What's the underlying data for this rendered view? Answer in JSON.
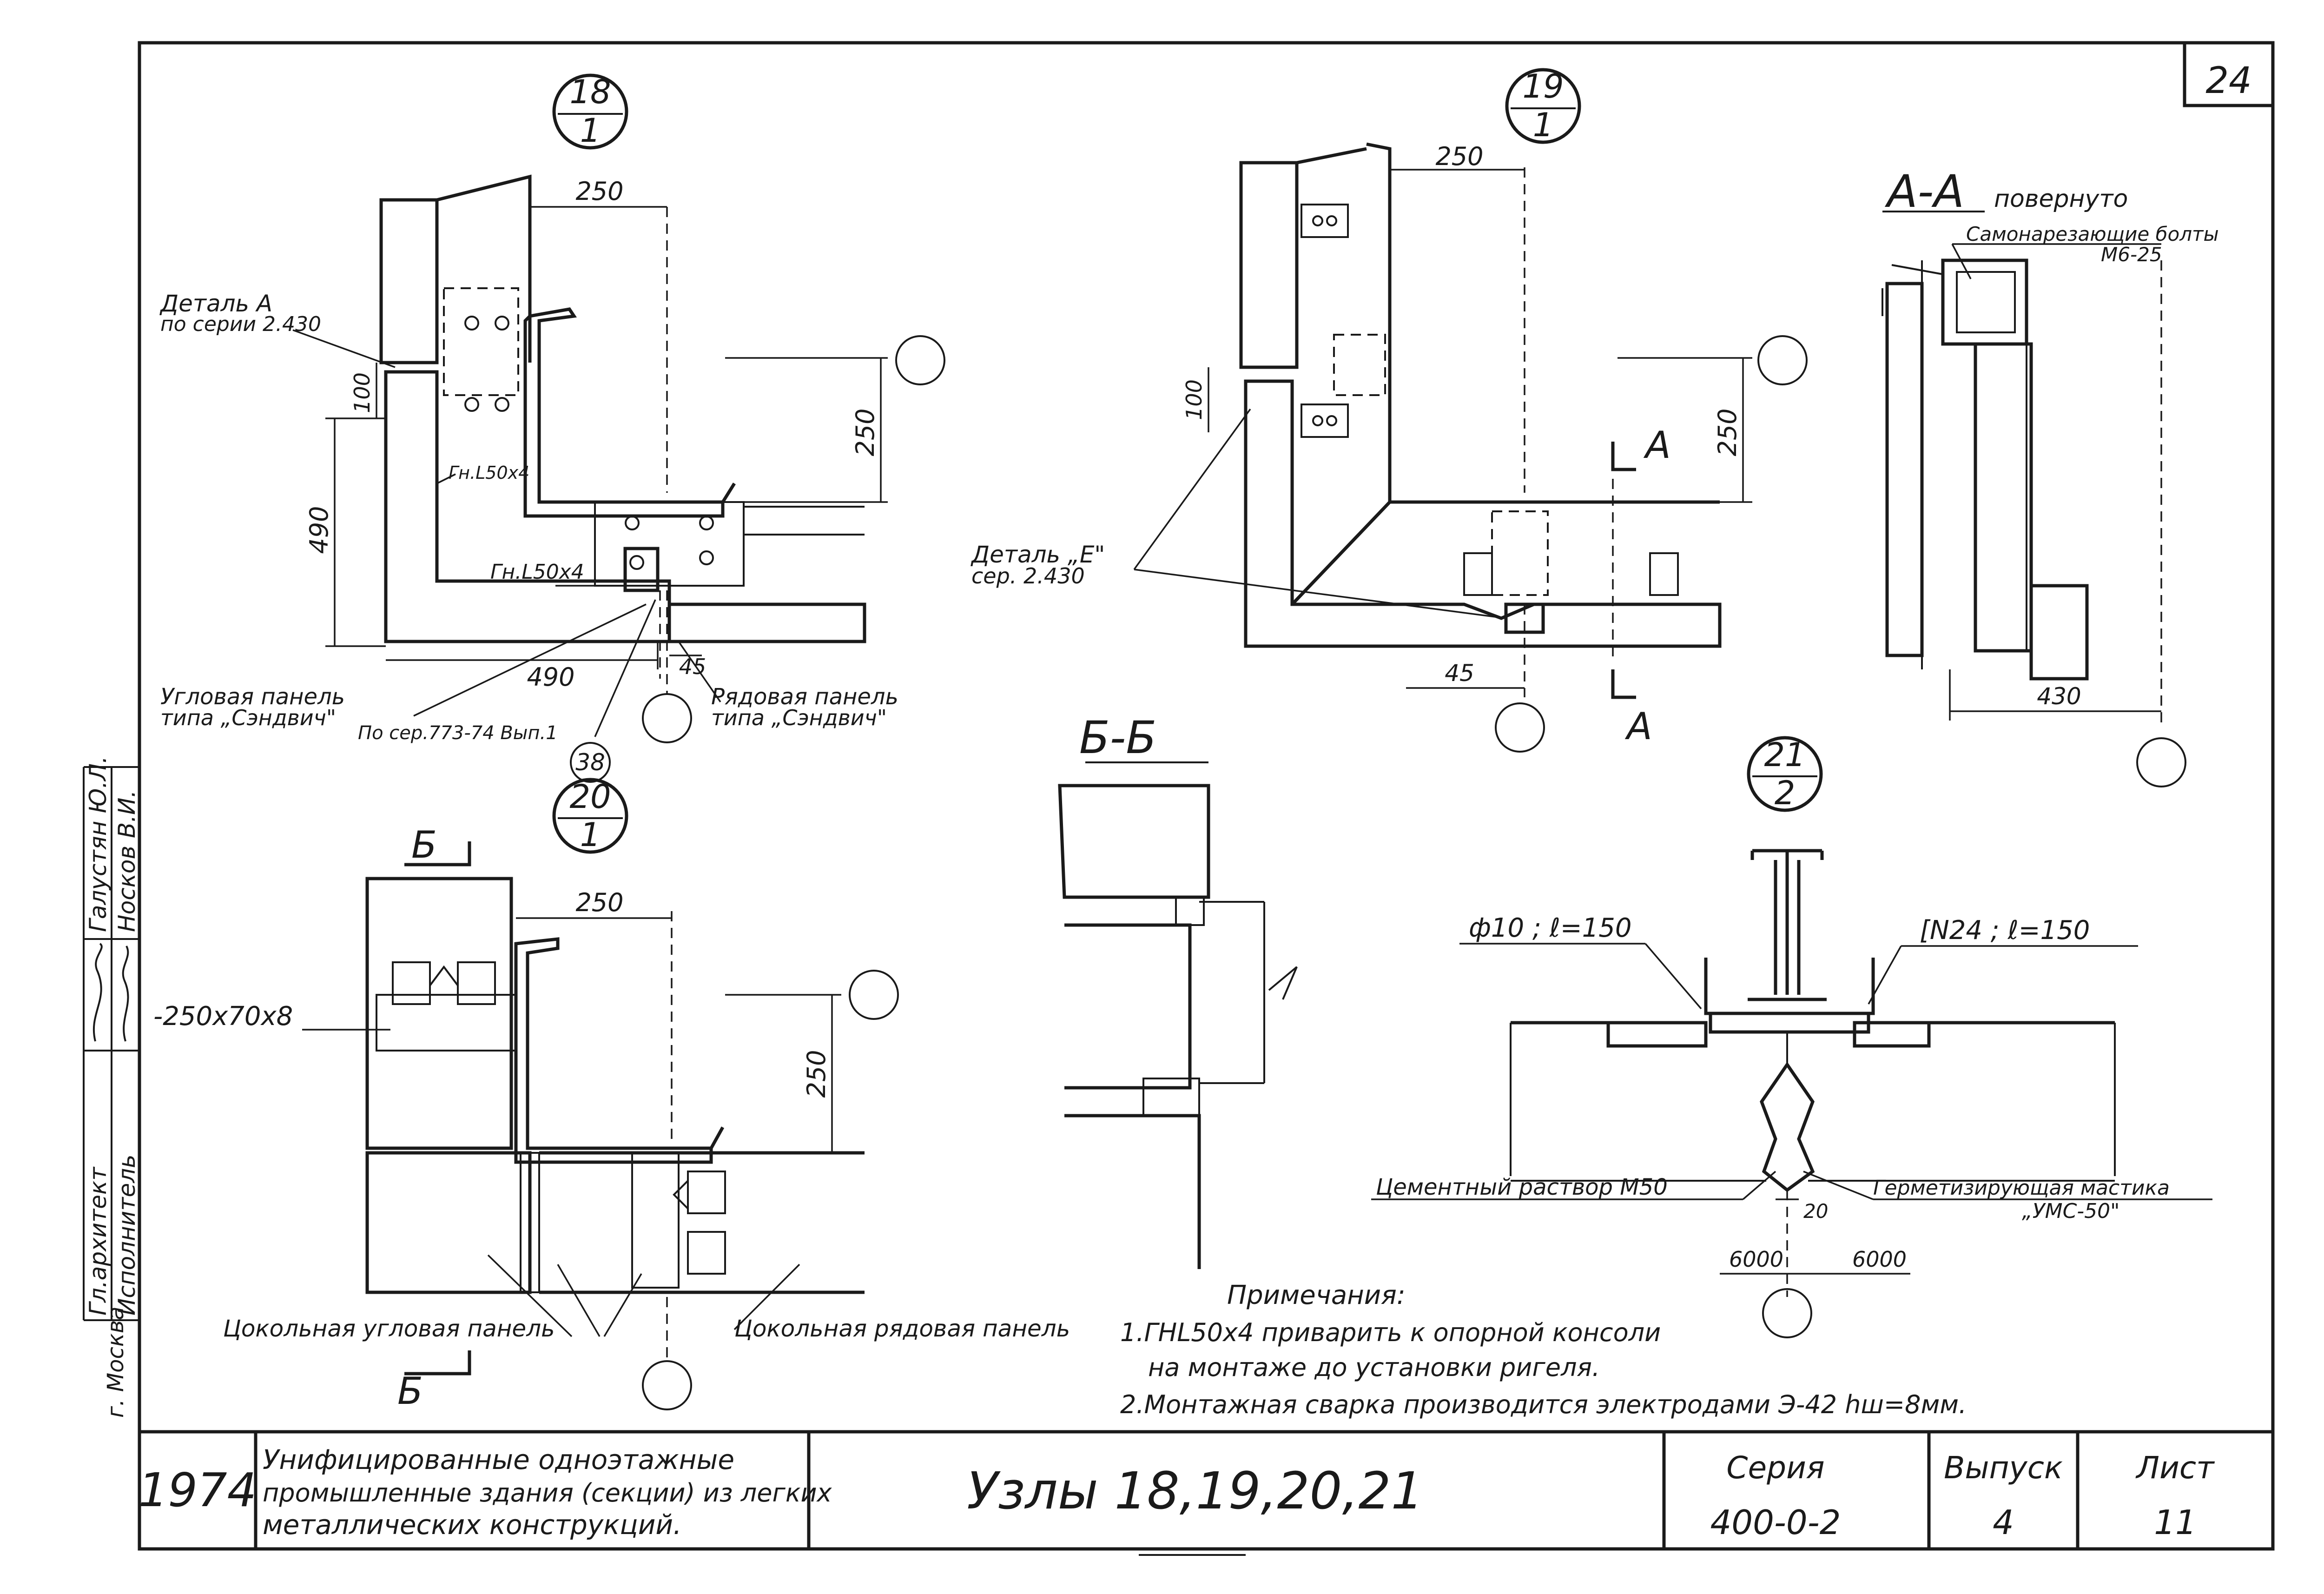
{
  "sheet": {
    "corner_number": "24"
  },
  "nodes": {
    "n18": {
      "top": "18",
      "bottom": "1"
    },
    "n19": {
      "top": "19",
      "bottom": "1"
    },
    "n20": {
      "top": "20",
      "bottom": "1"
    },
    "n21": {
      "top": "21",
      "bottom": "2"
    },
    "n38": "38"
  },
  "detail18": {
    "dim_top": "250",
    "dim_right": "250",
    "dim_left_small": "100",
    "dim_left_big": "490",
    "dim_bottom": "490",
    "dim_45": "45",
    "label_detail_a_1": "Деталь А",
    "label_detail_a_2": "по серии 2.430",
    "label_angle_1": "Гн.L50x4",
    "label_angle_2": "Гн.L50x4",
    "label_corner_panel_1": "Угловая панель",
    "label_corner_panel_2": "типа „Сэндвич\"",
    "label_series": "По сер.773-74 Вып.1",
    "label_row_panel_1": "Рядовая панель",
    "label_row_panel_2": "типа „Сэндвич\""
  },
  "detail19": {
    "dim_top": "250",
    "dim_right": "250",
    "dim_left": "100",
    "dim_45": "45",
    "label_detail_e_1": "Деталь „Е\"",
    "label_detail_e_2": "сер. 2.430",
    "section_mark": "А"
  },
  "sectionAA": {
    "title": "А-А",
    "title_suffix": "повернуто",
    "label_bolts_1": "Самонарезающие болты",
    "label_bolts_2": "М6-25",
    "dim_bottom": "430"
  },
  "sectionBB": {
    "title": "Б-Б"
  },
  "detail20": {
    "section_mark": "Б",
    "dim_top": "250",
    "dim_right": "250",
    "label_plate": "-250x70x8",
    "label_corner_plinth": "Цокольная угловая панель",
    "label_row_plinth": "Цокольная рядовая панель"
  },
  "detail21": {
    "label_rod": "ф10 ; ℓ=150",
    "label_channel": "[N24 ; ℓ=150",
    "label_mortar": "Цементный раствор М50",
    "label_sealant_1": "Герметизирующая мастика",
    "label_sealant_2": "„УМС-50\"",
    "dim_20": "20",
    "dim_left": "6000",
    "dim_right": "6000"
  },
  "notes": {
    "heading": "Примечания:",
    "line1": "1.ГНL50x4 приварить к опорной консоли",
    "line2": "на монтаже до установки ригеля.",
    "line3": "2.Монтажная сварка производится электродами Э-42 hш=8мм."
  },
  "side_stamp": {
    "role1": "Гл.архитект",
    "role2": "Исполнитель",
    "name1": "Галустян Ю.Л.",
    "name2": "Носков В.И.",
    "city": "г. Москва"
  },
  "title_block": {
    "year": "1974",
    "description_1": "Унифицированные одноэтажные",
    "description_2": "промышленные здания (секции) из легких",
    "description_3": "металлических конструкций.",
    "drawing_title": "Узлы 18,19,20,21",
    "series_label": "Серия",
    "series_value": "400-0-2",
    "issue_label": "Выпуск",
    "issue_value": "4",
    "sheet_label": "Лист",
    "sheet_value": "11"
  }
}
